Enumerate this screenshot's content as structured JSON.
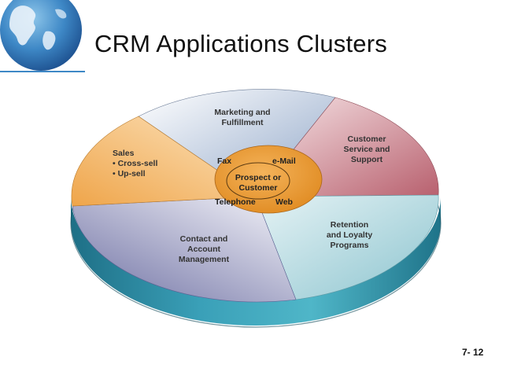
{
  "slide": {
    "title": "CRM Applications Clusters",
    "page_number": "7- 12",
    "logo_icon": "globe-icon"
  },
  "diagram": {
    "center": {
      "label_line1": "Prospect or",
      "label_line2": "Customer",
      "channels": {
        "fax": "Fax",
        "email": "e-Mail",
        "telephone": "Telephone",
        "web": "Web"
      },
      "color": "#E8962E"
    },
    "segments": {
      "marketing": {
        "line1": "Marketing and",
        "line2": "Fulfillment",
        "color": "#9DB1CE"
      },
      "customer_service": {
        "line1": "Customer",
        "line2": "Service and",
        "line3": "Support",
        "color": "#C97782"
      },
      "retention": {
        "line1": "Retention",
        "line2": "and Loyalty",
        "line3": "Programs",
        "color": "#A9D2DA"
      },
      "contact": {
        "line1": "Contact and",
        "line2": "Account",
        "line3": "Management",
        "color": "#A8A9C9"
      },
      "sales": {
        "line1": "Sales",
        "line2": "• Cross-sell",
        "line3": "• Up-sell",
        "color": "#F2B768"
      }
    },
    "rim_color": "#2E8FA6"
  }
}
